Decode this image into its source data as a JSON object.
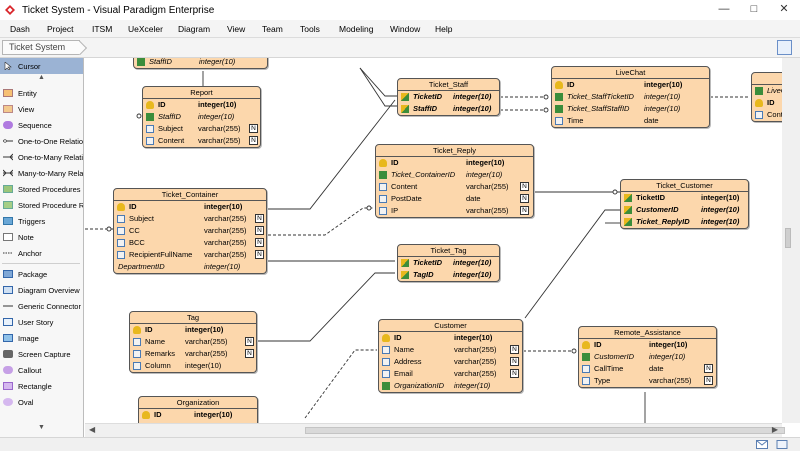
{
  "window": {
    "title": "Ticket System - Visual Paradigm Enterprise"
  },
  "menu": [
    "Dash",
    "Project",
    "ITSM",
    "UeXceler",
    "Diagram",
    "View",
    "Team",
    "Tools",
    "Modeling",
    "Window",
    "Help"
  ],
  "breadcrumb": "Ticket System",
  "palette": {
    "items": [
      "Cursor",
      "Entity",
      "View",
      "Sequence",
      "One-to-One Relatio",
      "One-to-Many Relati",
      "Many-to-Many Relat",
      "Stored Procedures",
      "Stored Procedure Re",
      "Triggers",
      "Note",
      "Anchor",
      "Package",
      "Diagram Overview",
      "Generic Connector",
      "User Story",
      "Image",
      "Screen Capture",
      "Callout",
      "Rectangle",
      "Oval"
    ]
  },
  "entities": {
    "staff": {
      "title": "",
      "cols": [
        {
          "name": "StaffID",
          "type": "integer(10)"
        }
      ]
    },
    "report": {
      "title": "Report",
      "cols": [
        {
          "name": "ID",
          "type": "integer(10)"
        },
        {
          "name": "StaffID",
          "type": "integer(10)"
        },
        {
          "name": "Subject",
          "type": "varchar(255)",
          "nn": "N"
        },
        {
          "name": "Content",
          "type": "varchar(255)",
          "nn": "N"
        }
      ]
    },
    "ticket_container": {
      "title": "Ticket_Container",
      "cols": [
        {
          "name": "ID",
          "type": "integer(10)"
        },
        {
          "name": "Subject",
          "type": "varchar(255)",
          "nn": "N"
        },
        {
          "name": "CC",
          "type": "varchar(255)",
          "nn": "N"
        },
        {
          "name": "BCC",
          "type": "varchar(255)",
          "nn": "N"
        },
        {
          "name": "RecipientFullName",
          "type": "varchar(255)",
          "nn": "N"
        },
        {
          "name": "DepartmentID",
          "type": "integer(10)"
        }
      ]
    },
    "tag": {
      "title": "Tag",
      "cols": [
        {
          "name": "ID",
          "type": "integer(10)"
        },
        {
          "name": "Name",
          "type": "varchar(255)",
          "nn": "N"
        },
        {
          "name": "Remarks",
          "type": "varchar(255)",
          "nn": "N"
        },
        {
          "name": "Column",
          "type": "integer(10)"
        }
      ]
    },
    "organization": {
      "title": "Organization",
      "cols": [
        {
          "name": "ID",
          "type": "integer(10)"
        }
      ]
    },
    "ticket_staff": {
      "title": "Ticket_Staff",
      "cols": [
        {
          "name": "TicketID",
          "type": "integer(10)"
        },
        {
          "name": "StaffID",
          "type": "integer(10)"
        }
      ]
    },
    "ticket_reply": {
      "title": "Ticket_Reply",
      "cols": [
        {
          "name": "ID",
          "type": "integer(10)"
        },
        {
          "name": "Ticket_ContainerID",
          "type": "integer(10)"
        },
        {
          "name": "Content",
          "type": "varchar(255)",
          "nn": "N"
        },
        {
          "name": "PostDate",
          "type": "date",
          "nn": "N"
        },
        {
          "name": "IP",
          "type": "varchar(255)",
          "nn": "N"
        }
      ]
    },
    "ticket_tag": {
      "title": "Ticket_Tag",
      "cols": [
        {
          "name": "TicketID",
          "type": "integer(10)"
        },
        {
          "name": "TagID",
          "type": "integer(10)"
        }
      ]
    },
    "customer": {
      "title": "Customer",
      "cols": [
        {
          "name": "ID",
          "type": "integer(10)"
        },
        {
          "name": "Name",
          "type": "varchar(255)",
          "nn": "N"
        },
        {
          "name": "Address",
          "type": "varchar(255)",
          "nn": "N"
        },
        {
          "name": "Email",
          "type": "varchar(255)",
          "nn": "N"
        },
        {
          "name": "OrganizationID",
          "type": "integer(10)"
        }
      ]
    },
    "livechat": {
      "title": "LiveChat",
      "cols": [
        {
          "name": "ID",
          "type": "integer(10)"
        },
        {
          "name": "Ticket_StaffTicketID",
          "type": "integer(10)"
        },
        {
          "name": "Ticket_StaffStaffID",
          "type": "integer(10)"
        },
        {
          "name": "Time",
          "type": "date"
        }
      ]
    },
    "ticket_customer": {
      "title": "Ticket_Customer",
      "cols": [
        {
          "name": "TicketID",
          "type": "integer(10)"
        },
        {
          "name": "CustomerID",
          "type": "integer(10)"
        },
        {
          "name": "Ticket_ReplyID",
          "type": "integer(10)"
        }
      ]
    },
    "remote_assistance": {
      "title": "Remote_Assistance",
      "cols": [
        {
          "name": "ID",
          "type": "integer(10)"
        },
        {
          "name": "CustomerID",
          "type": "integer(10)"
        },
        {
          "name": "CallTime",
          "type": "date",
          "nn": "N"
        },
        {
          "name": "Type",
          "type": "varchar(255)",
          "nn": "N"
        }
      ]
    },
    "livechat2": {
      "title": "L",
      "cols": [
        {
          "name": "LiveCh",
          "type": ""
        },
        {
          "name": "ID",
          "type": ""
        },
        {
          "name": "Conten",
          "type": ""
        }
      ]
    }
  }
}
